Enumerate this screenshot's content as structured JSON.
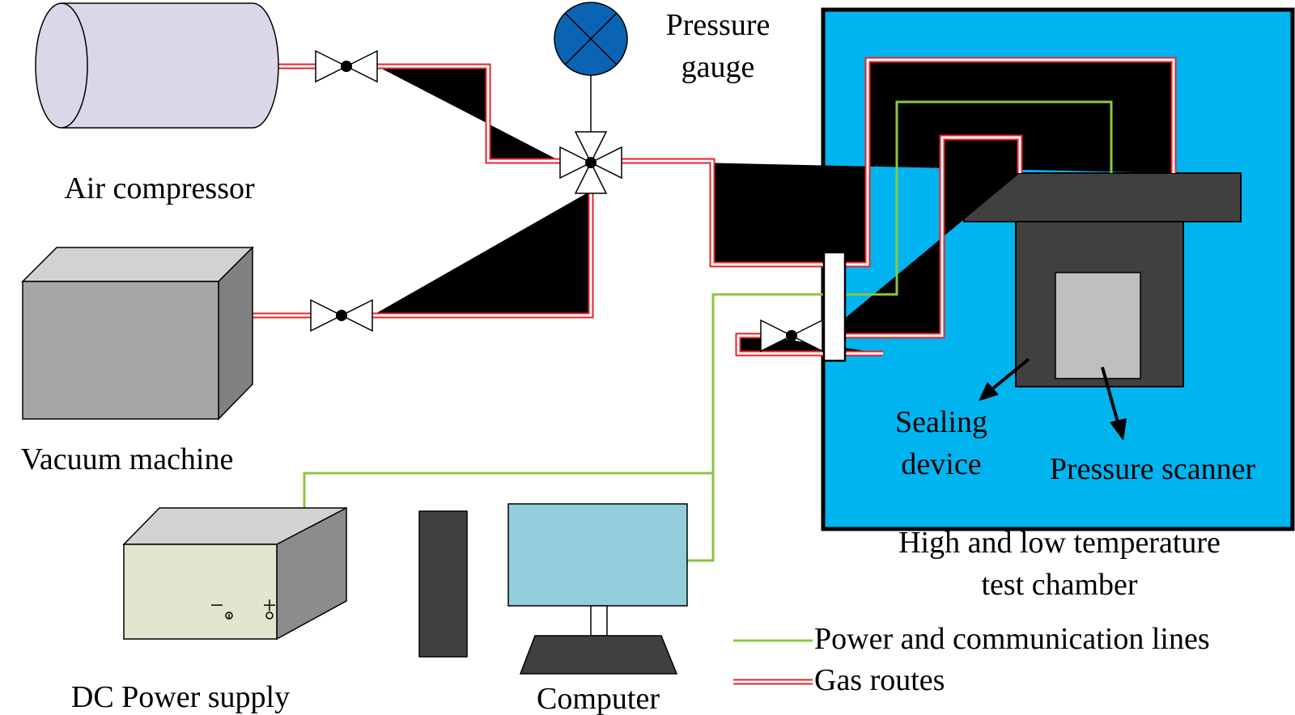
{
  "labels": {
    "air_compressor": "Air compressor",
    "vacuum_machine": "Vacuum machine",
    "dc_power_supply": "DC Power supply",
    "computer": "Computer",
    "pressure_gauge_line1": "Pressure",
    "pressure_gauge_line2": "gauge",
    "chamber_line1": "High and low temperature",
    "chamber_line2": "test chamber",
    "sealing_line1": "Sealing",
    "sealing_line2": "device",
    "pressure_scanner": "Pressure scanner",
    "minus_terminal": "−",
    "plus_terminal": "+"
  },
  "legend": {
    "power_lines": "Power and communication lines",
    "gas_routes": "Gas routes"
  },
  "colors": {
    "gas_route": "#e8232a",
    "power_line": "#8dc63f",
    "chamber_fill": "#00b4f0",
    "gauge_fill": "#0b63b3",
    "compressor_fill": "#dcd7e8",
    "vacuum_fill": "#a6a6a6",
    "dc_front_fill": "#e0e6cf",
    "monitor_fill": "#92cddc",
    "dark_fill": "#404040"
  },
  "icons": {
    "valve": "bowtie-valve-icon",
    "gauge": "circle-cross-gauge-icon"
  }
}
